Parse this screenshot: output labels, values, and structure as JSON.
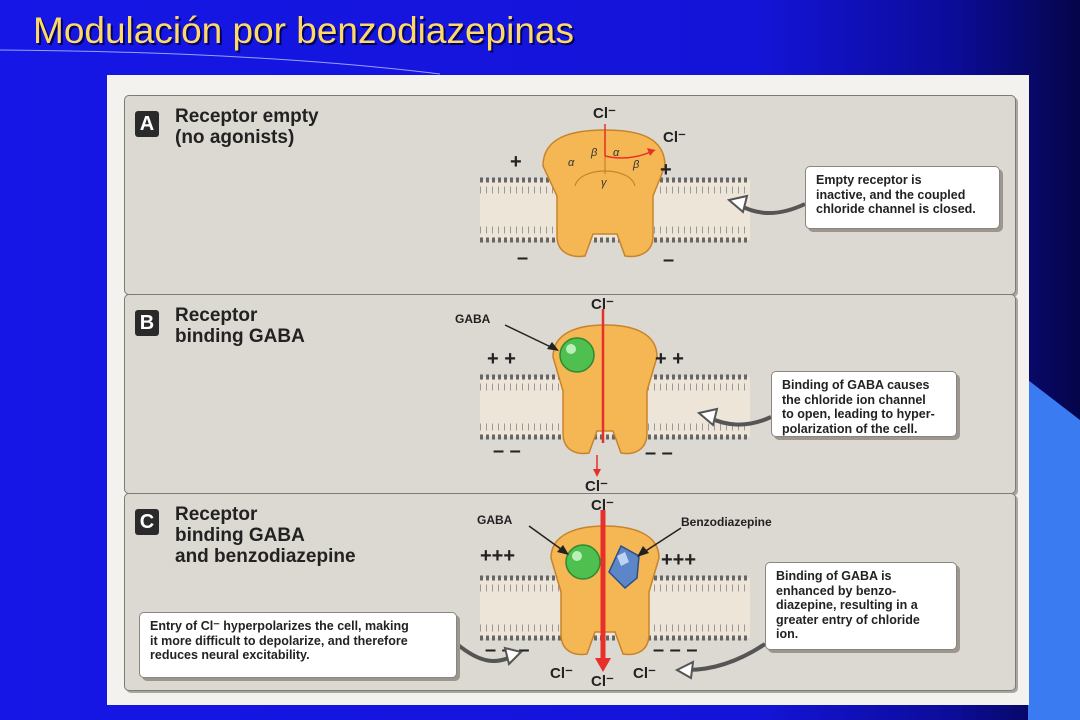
{
  "slide": {
    "title": "Modulación por benzodiazepinas"
  },
  "ions": {
    "chloride": "Cl⁻"
  },
  "panel_a": {
    "letter": "A",
    "heading_lines": [
      "Receptor empty",
      "(no agonists)"
    ],
    "subunits": {
      "alpha": "α",
      "beta": "β",
      "gamma": "γ"
    },
    "signs_top_left": "+",
    "signs_top_right": "+",
    "signs_bottom_left": "–",
    "signs_bottom_right": "–",
    "callout_lines": [
      "Empty receptor is",
      "inactive, and the coupled",
      "chloride channel is closed."
    ]
  },
  "panel_b": {
    "letter": "B",
    "heading_lines": [
      "Receptor",
      "binding GABA"
    ],
    "gaba_label": "GABA",
    "signs_top_left": "+ +",
    "signs_top_right": "+  +",
    "signs_bottom_left": "– –",
    "signs_bottom_right": "– –",
    "callout_lines": [
      "Binding of GABA causes",
      "the chloride ion channel",
      "to open, leading to hyper-",
      "polarization of the cell."
    ]
  },
  "panel_c": {
    "letter": "C",
    "heading_lines": [
      "Receptor",
      "binding GABA",
      "and benzodiazepine"
    ],
    "gaba_label": "GABA",
    "benzo_label": "Benzodiazepine",
    "signs_top_left": "+++",
    "signs_top_right": "+++",
    "signs_bottom_left": "– – –",
    "signs_bottom_right": "– – –",
    "callout_right_lines": [
      "Binding of GABA is",
      "enhanced by benzo-",
      "diazepine, resulting in a",
      "greater entry of chloride",
      "ion."
    ],
    "callout_left_lines": [
      "Entry of Cl⁻ hyperpolarizes the cell, making",
      "it more difficult to depolarize, and therefore",
      "reduces neural excitability."
    ]
  },
  "colors": {
    "title": "#ffd966",
    "receptor": "#f5b654",
    "gaba": "#4fbf4f",
    "benzodiazepine": "#5b86c8",
    "chloride_arrow": "#e8302a"
  }
}
